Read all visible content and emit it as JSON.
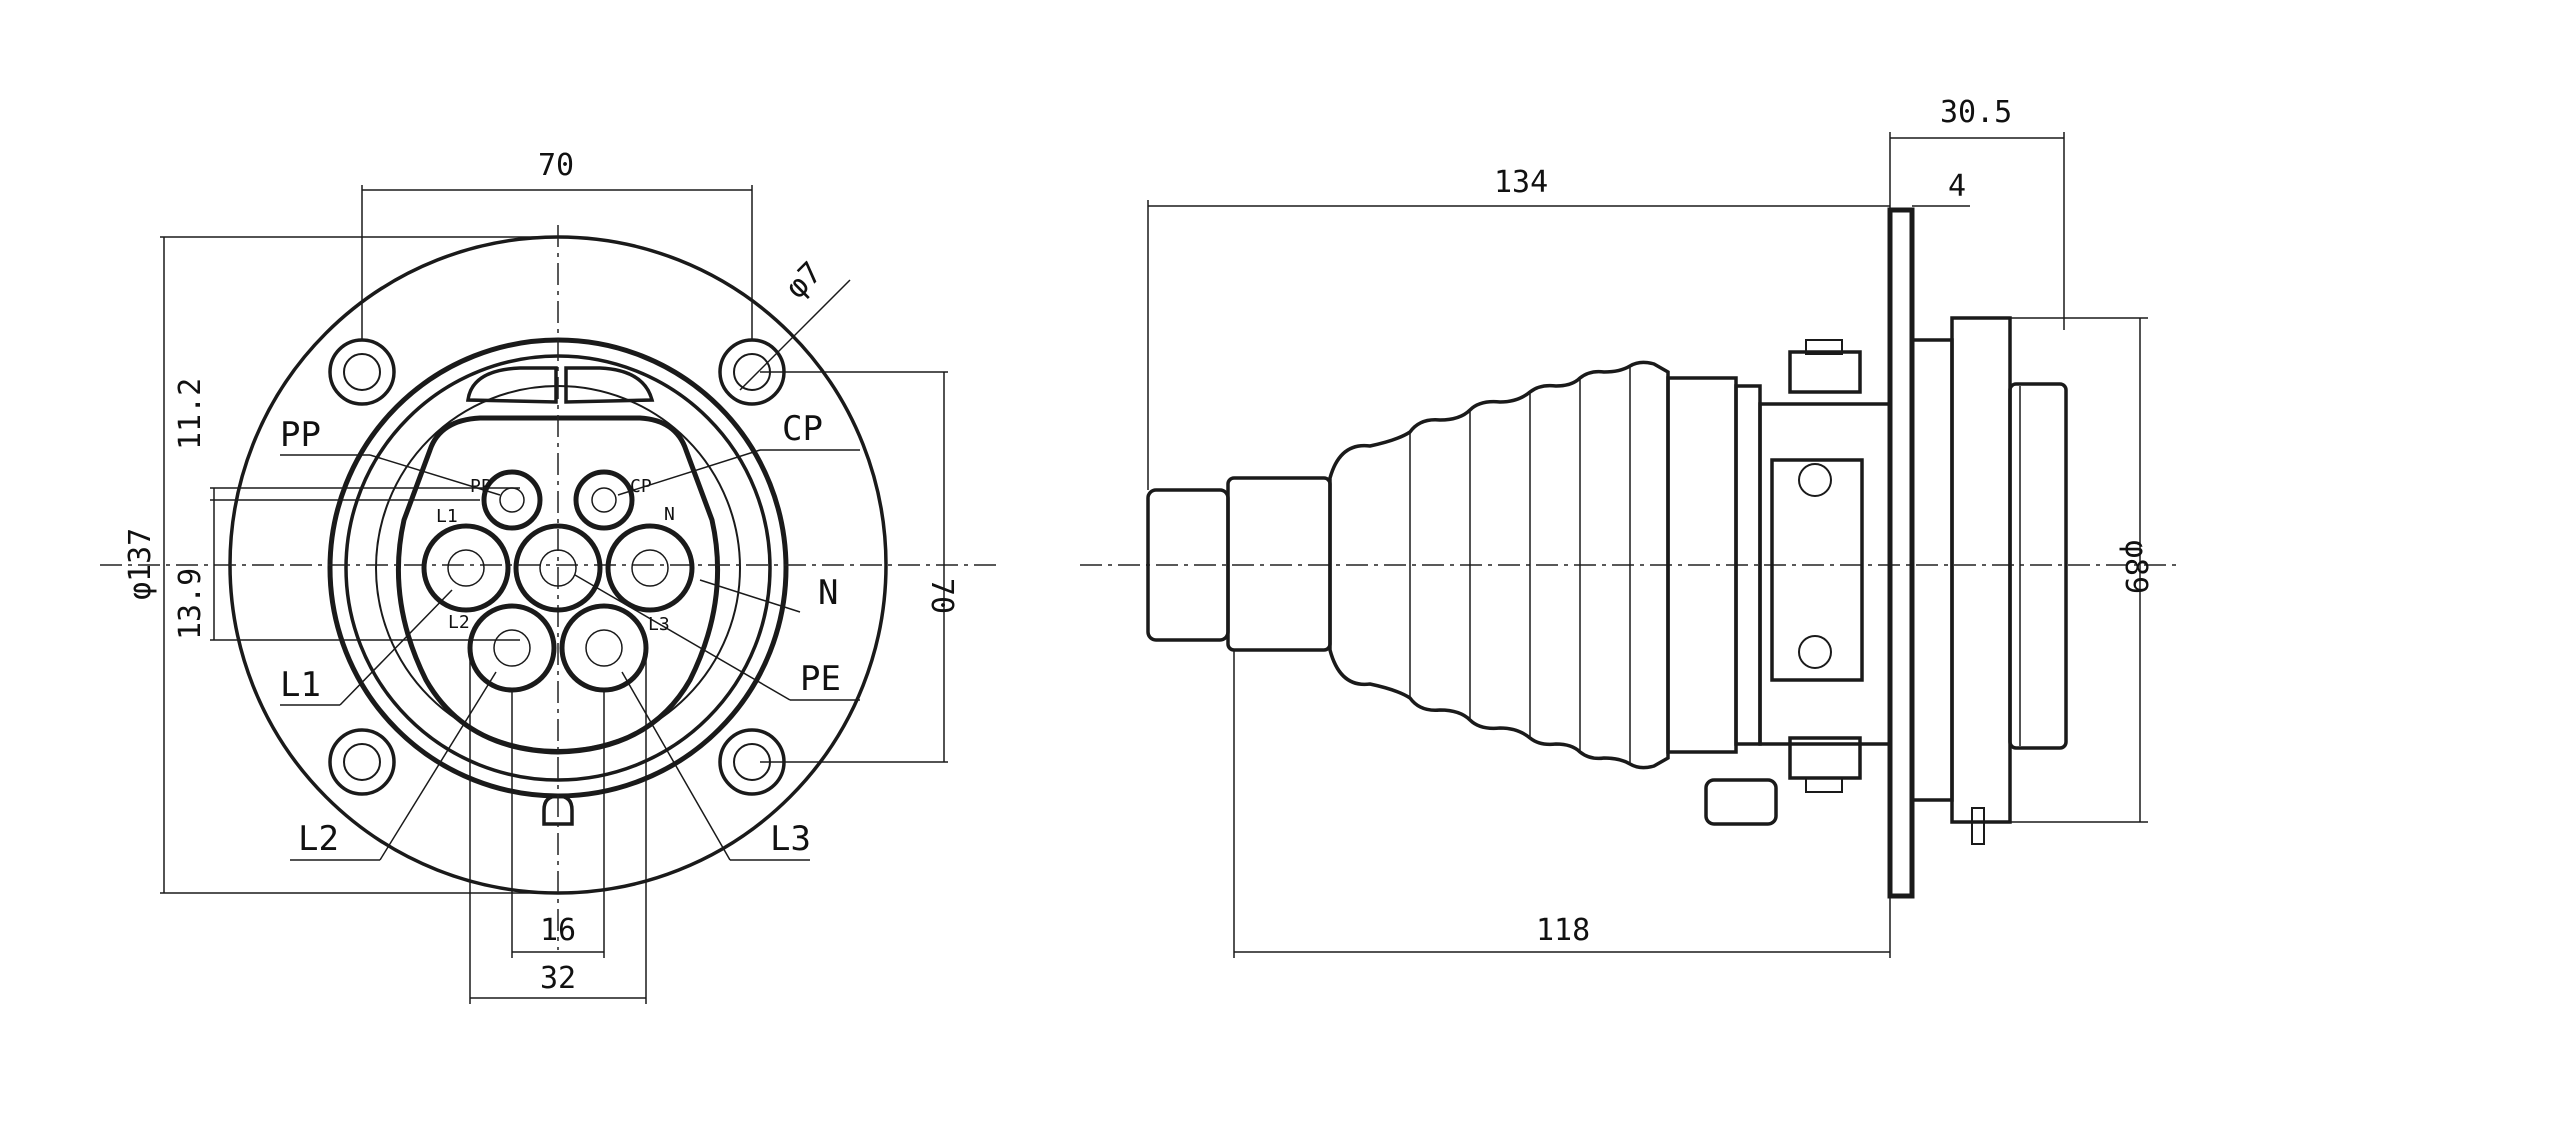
{
  "front_view": {
    "dimensions": {
      "width_top": "70",
      "hole_dia": "φ7",
      "height_right": "70",
      "outer_dia": "φ137",
      "offset_a": "11.2",
      "offset_b": "13.9",
      "pin_spacing": "16",
      "width_bottom": "32"
    },
    "labels": {
      "pp": "PP",
      "cp": "CP",
      "n": "N",
      "pe": "PE",
      "l1": "L1",
      "l2": "L2",
      "l3": "L3"
    },
    "pin_labels": {
      "pp": "PP",
      "cp": "CP",
      "l1": "L1",
      "n": "N",
      "l2": "L2",
      "l3": "L3"
    }
  },
  "side_view": {
    "dimensions": {
      "top_right": "30.5",
      "flange": "4",
      "overall": "134",
      "body": "118",
      "dia": "φ89"
    }
  }
}
